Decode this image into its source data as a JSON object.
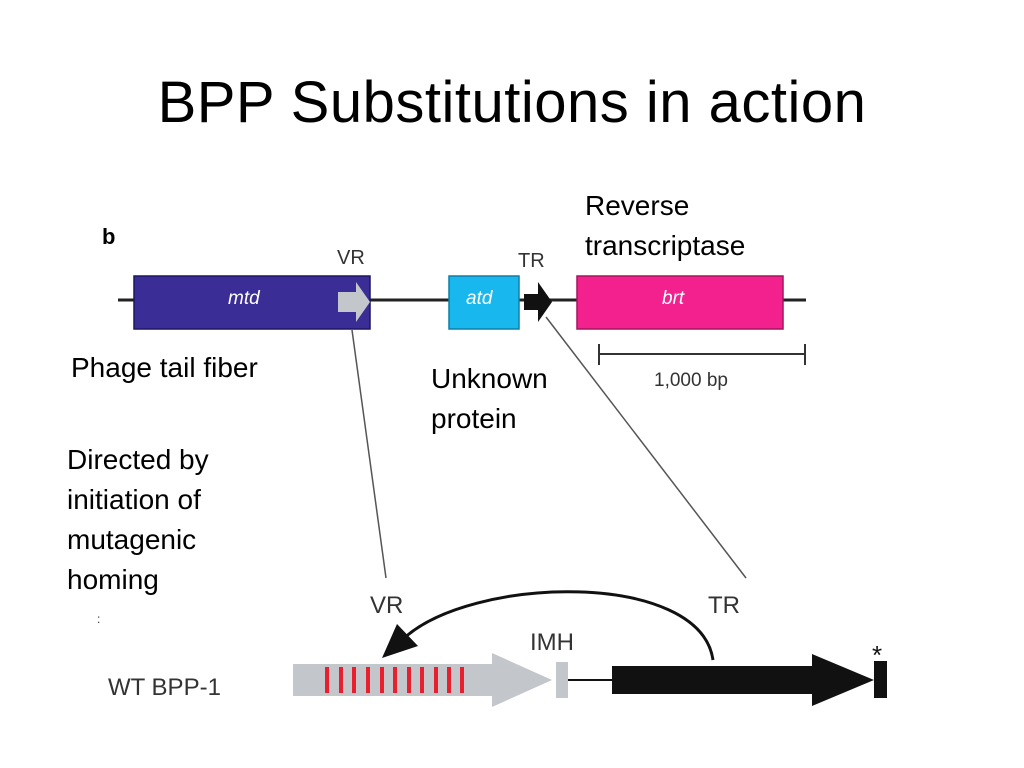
{
  "slide": {
    "title": "BPP Substitutions in action"
  },
  "figure_top": {
    "panel_letter": "b",
    "vr_label": "VR",
    "tr_label": "TR",
    "genes": [
      {
        "name": "mtd",
        "color": "#3a2d96"
      },
      {
        "name": "atd",
        "color": "#18b7ee"
      },
      {
        "name": "brt",
        "color": "#f2218e"
      }
    ],
    "scale_bar": "1,000 bp"
  },
  "annotations": {
    "reverse_transcriptase": [
      "Reverse",
      "transcriptase"
    ],
    "phage_tail_fiber": "Phage tail fiber",
    "unknown_protein": [
      "Unknown",
      "protein"
    ],
    "directed_by": [
      "Directed by",
      "initiation of",
      "mutagenic",
      "homing"
    ]
  },
  "figure_bottom": {
    "vr_label": "VR",
    "tr_label": "TR",
    "imh_label": "IMH",
    "strain_label": "WT BPP-1",
    "stop_marker": "*",
    "tiny_mark": ":"
  },
  "colors": {
    "vr_arrow": "#c3c6cb",
    "vr_bars": "#e8202e",
    "tr_arrow": "#111111",
    "connector": "#555555"
  }
}
